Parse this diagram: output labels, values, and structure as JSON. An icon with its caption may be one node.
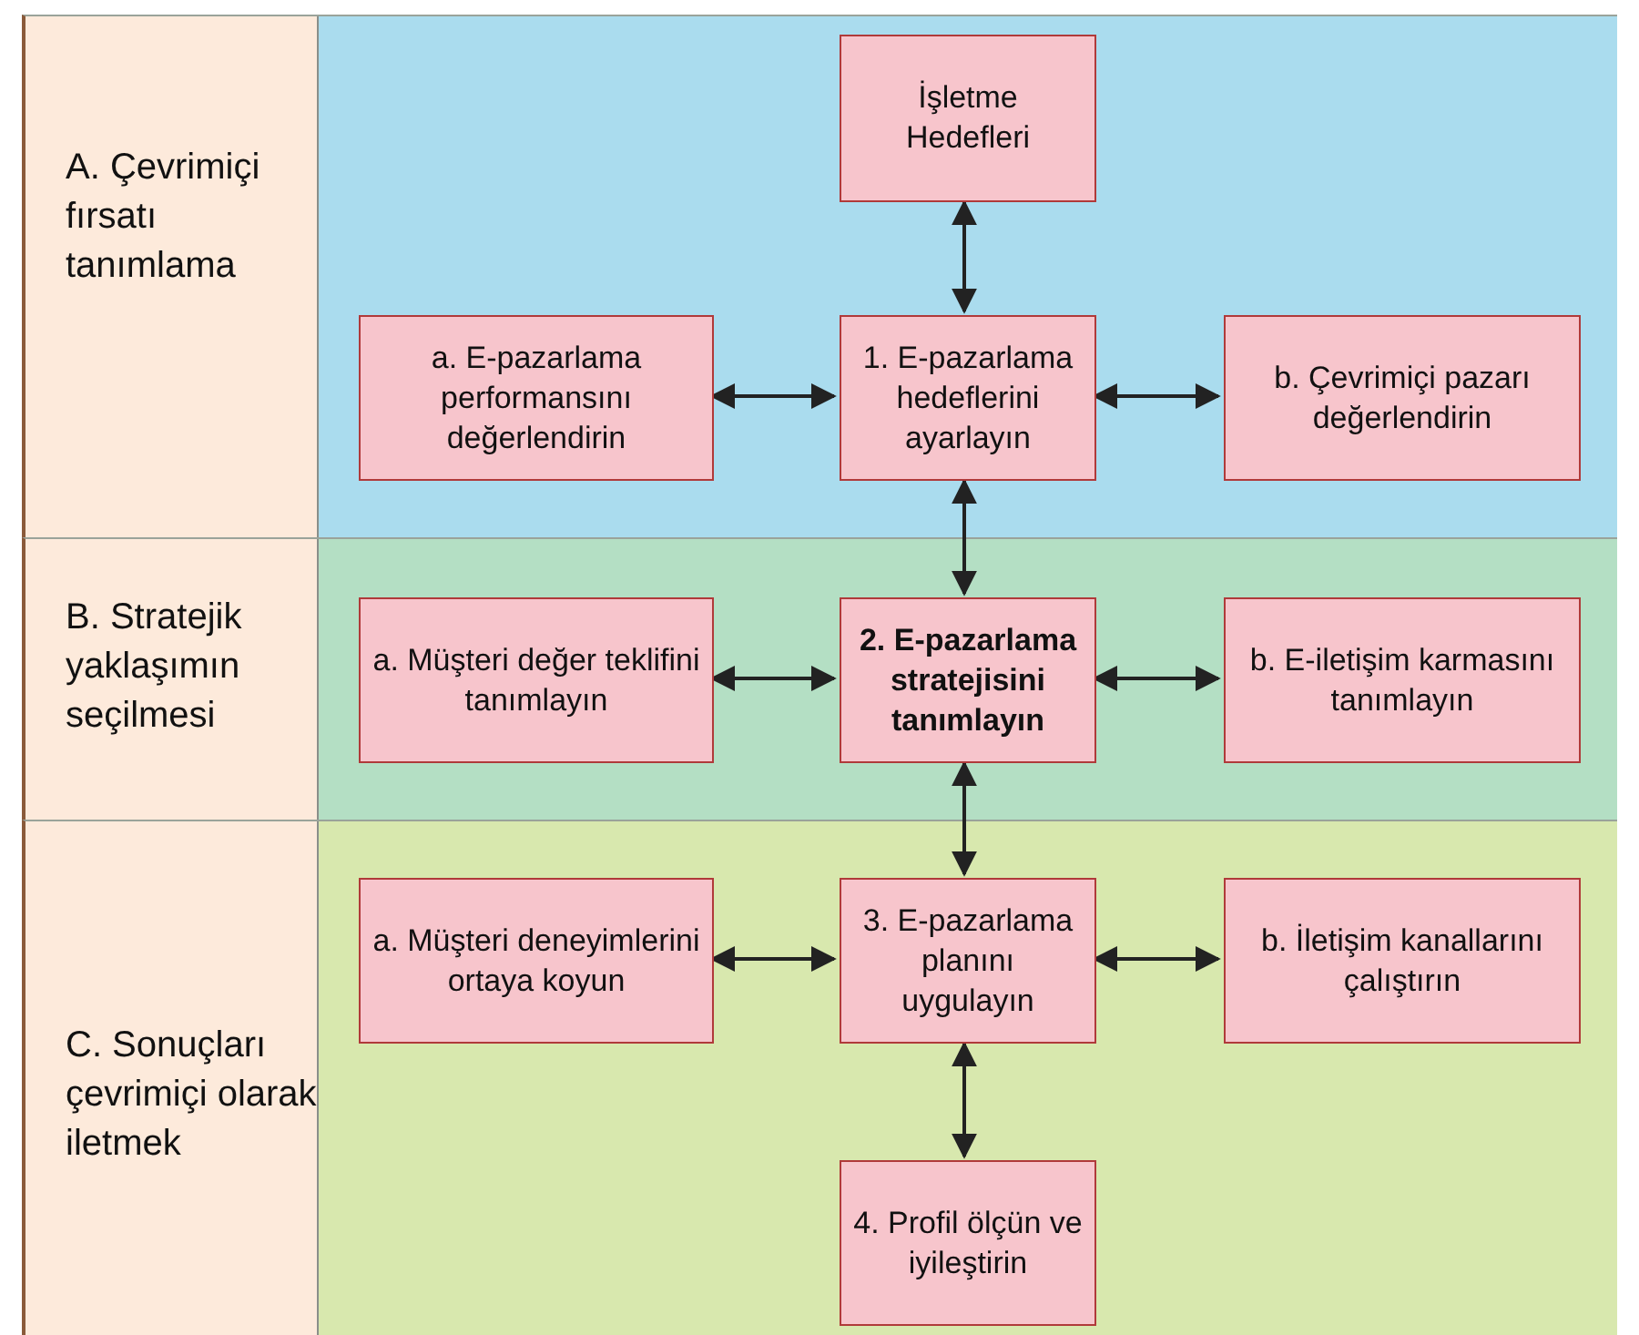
{
  "diagram": {
    "nodes": [
      {
        "text": [
          "A. Çevrimiçi fırsatı tanımlama"
        ]
      },
      {
        "text": [
          "İşletme Hedefleri"
        ],
        "in": 0
      },
      {
        "text": [
          "a. E-pazarlama performansını değerlendirin"
        ],
        "in": 0
      },
      {
        "text": [
          "1. E-pazarlama hedeflerini ayarlayın"
        ],
        "in": 0
      },
      {
        "text": [
          "b. Çevrimiçi pazarı değerlendirin"
        ],
        "in": 0
      },
      {
        "text": [
          "B. Stratejik yaklaşımın seçilmesi"
        ]
      },
      {
        "text": [
          "a. Müşteri değer teklifini tanımlayın"
        ],
        "in": 5
      },
      {
        "text": [
          "2. E-pazarlama stratejisini tanımlayın"
        ],
        "in": 5
      },
      {
        "text": [
          "b. E-iletişim karmasını tanımlayın"
        ],
        "in": 5
      },
      {
        "text": [
          "C. Sonuçları çevrimiçi olarak iletmek"
        ]
      },
      {
        "text": [
          "a. Müşteri deneyimlerini ortaya koyun"
        ],
        "in": 9
      },
      {
        "text": [
          "3. E-pazarlama planını uygulayın"
        ],
        "in": 9
      },
      {
        "text": [
          "b. İletişim kanallarını çalıştırın"
        ],
        "in": 9
      },
      {
        "text": [
          "4. Profil ölçün ve iyileştirin"
        ],
        "in": 9
      }
    ],
    "edges": [
      {
        "from": 1,
        "to": 3,
        "arrow": "both"
      },
      {
        "from": 2,
        "to": 3,
        "arrow": "both"
      },
      {
        "from": 3,
        "to": 4,
        "arrow": "both"
      },
      {
        "from": 3,
        "to": 7,
        "arrow": "both"
      },
      {
        "from": 6,
        "to": 7,
        "arrow": "both"
      },
      {
        "from": 7,
        "to": 8,
        "arrow": "both"
      },
      {
        "from": 7,
        "to": 11,
        "arrow": "both"
      },
      {
        "from": 10,
        "to": 11,
        "arrow": "both"
      },
      {
        "from": 11,
        "to": 12,
        "arrow": "both"
      },
      {
        "from": 11,
        "to": 13,
        "arrow": "both"
      }
    ]
  }
}
